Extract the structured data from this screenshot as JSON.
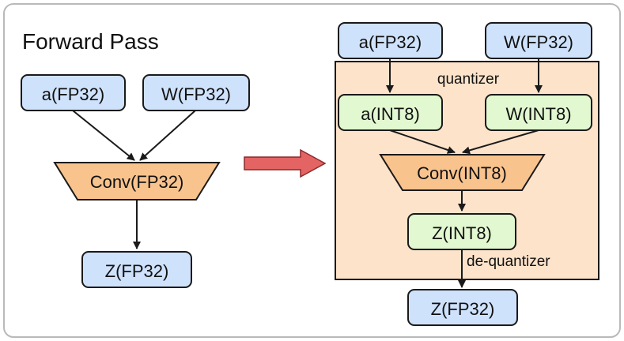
{
  "title": "Forward Pass",
  "left": {
    "input_a": "a(FP32)",
    "input_w": "W(FP32)",
    "conv": "Conv(FP32)",
    "output": "Z(FP32)"
  },
  "right": {
    "input_a": "a(FP32)",
    "input_w": "W(FP32)",
    "quantizer_label": "quantizer",
    "quant_a": "a(INT8)",
    "quant_w": "W(INT8)",
    "conv": "Conv(INT8)",
    "z_int": "Z(INT8)",
    "dequantizer_label": "de-quantizer",
    "output": "Z(FP32)"
  },
  "colors": {
    "fp32_box": "#cfe2fb",
    "int8_box": "#e2f8d0",
    "conv_block": "#f9c38e",
    "quant_region": "#fde3ca",
    "arrow_big": "#e46464",
    "stroke": "#1a1a1a",
    "frame": "#b9b9b9"
  }
}
